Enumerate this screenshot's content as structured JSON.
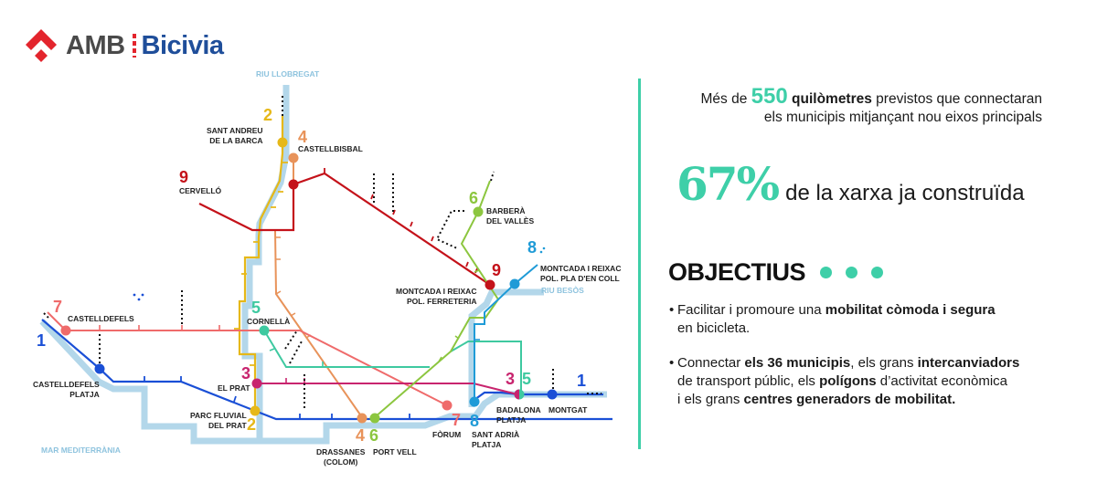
{
  "logo": {
    "org": "AMB",
    "brand": "Bicivia",
    "colors": {
      "red": "#e3252d",
      "gray": "#4a4a4a",
      "blue": "#1f4e9a"
    }
  },
  "map": {
    "water_labels": {
      "llobregat": "RIU LLOBREGAT",
      "besos": "RIU BESÒS",
      "sea": "MAR MEDITERRÀNIA"
    },
    "lines": [
      {
        "num": "1",
        "color": "#1a4fd6"
      },
      {
        "num": "2",
        "color": "#e6b818"
      },
      {
        "num": "3",
        "color": "#c8246e"
      },
      {
        "num": "4",
        "color": "#e8935a"
      },
      {
        "num": "5",
        "color": "#3ec9a0"
      },
      {
        "num": "6",
        "color": "#8cc63f"
      },
      {
        "num": "7",
        "color": "#ef6b6b"
      },
      {
        "num": "8",
        "color": "#1f9bd7"
      },
      {
        "num": "9",
        "color": "#c4121a"
      }
    ],
    "stations": {
      "sant_andreu": [
        "SANT ANDREU",
        "DE LA BARCA"
      ],
      "castellbisbal": "CASTELLBISBAL",
      "cervello": "CERVELLÓ",
      "castelldefels": "CASTELLDEFELS",
      "castelldefels_platja": [
        "CASTELLDEFELS",
        "PLATJA"
      ],
      "cornella": "CORNELLÀ",
      "el_prat": "EL PRAT",
      "parc_fluvial": [
        "PARC FLUVIAL",
        "DEL PRAT"
      ],
      "drassanes": [
        "DRASSANES",
        "(COLOM)"
      ],
      "port_vell": "PORT VELL",
      "forum": "FÒRUM",
      "sant_adria": [
        "SANT ADRIÀ",
        "PLATJA"
      ],
      "badalona": [
        "BADALONA",
        "PLATJA"
      ],
      "montgat": "MONTGAT",
      "barbera": [
        "BARBERÀ",
        "DEL VALLÈS"
      ],
      "montcada_ferreteria": [
        "MONTCADA I REIXAC",
        "POL. FERRETERIA"
      ],
      "montcada_pla": [
        "MONTCADA I REIXAC",
        "POL. PLA D'EN COLL"
      ]
    },
    "line_labels": {
      "l2_top": "2",
      "l4_top": "4",
      "l9_left": "9",
      "l7_left": "7",
      "l1_left": "1",
      "l5_cornella": "5",
      "l3_prat": "3",
      "l2_bottom": "2",
      "l4_bottom": "4",
      "l6_bottom": "6",
      "l7_forum": "7",
      "l8_bottom": "8",
      "l3_badalona": "3",
      "l5_badalona": "5",
      "l1_right": "1",
      "l6_top": "6",
      "l9_right": "9",
      "l8_top": "8"
    }
  },
  "panel": {
    "accent": "#3ecfa8",
    "intro": {
      "pre": "Més de ",
      "km": "550",
      "km_word": "quilòmetres",
      "line1_rest": " previstos que connectaran",
      "line2": "els municipis mitjançant nou eixos principals"
    },
    "stat": {
      "value": "67%",
      "text": "de la xarxa ja construïda"
    },
    "objectives": {
      "title": "OBJECTIUS",
      "items": [
        {
          "p1": "Facilitar i promoure una ",
          "b1": "mobilitat còmoda i segura",
          "p2": "en bicicleta."
        },
        {
          "p1": "Connectar ",
          "b1": "els 36 municipis",
          "p2": ", els grans ",
          "b2": "intercanviadors",
          "p3": "de transport públic, els ",
          "b3": "polígons",
          "p4": " d’activitat econòmica",
          "p5": "i els grans ",
          "b4": "centres generadors de mobilitat."
        }
      ]
    }
  }
}
